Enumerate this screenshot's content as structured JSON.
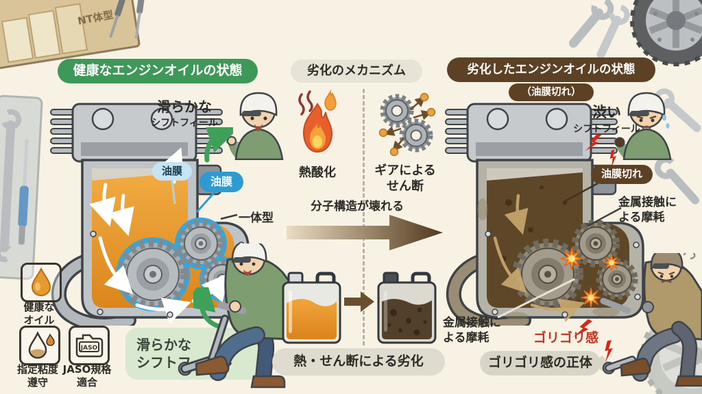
{
  "left": {
    "title": "健康なエンジンオイルの状態",
    "shift1": "滑らかな",
    "shift2": "シフトフィール",
    "film1": "油膜",
    "film2": "油膜",
    "unified": "一体型",
    "badge1": "健康な\nオイル",
    "badge2": "指定粘度\n遵守",
    "badge3": "JASO規格\n適合",
    "jaso": "JASO",
    "bubble": "滑らかな\nシフトフィール"
  },
  "middle": {
    "title": "劣化のメカニズム",
    "heat": "熱酸化",
    "shear": "ギアによる\nせん断",
    "arrow": "分子構造が壊れる",
    "caption": "熱・せん断による劣化"
  },
  "right": {
    "title": "劣化したエンジンオイルの状態",
    "subtitle": "（油膜切れ）",
    "shift1": "渋い",
    "shift2": "シフトフィール",
    "filmcut": "油膜切れ",
    "wear1": "金属接触に\nよる摩耗",
    "wear2": "金属接触に\nよる摩耗",
    "gorigori": "ゴリゴリ感",
    "bubble": "ゴリゴリ感の正体"
  },
  "decor": {
    "box": "NT体型"
  },
  "colors": {
    "green_title": "#3e9857",
    "brown_title": "#5d4124",
    "film_blue": "#2d9ad2",
    "oil_orange": "#e8962d",
    "degraded_brown": "#5e4628",
    "alert_red": "#c03524",
    "background": "#f7f2e3"
  }
}
